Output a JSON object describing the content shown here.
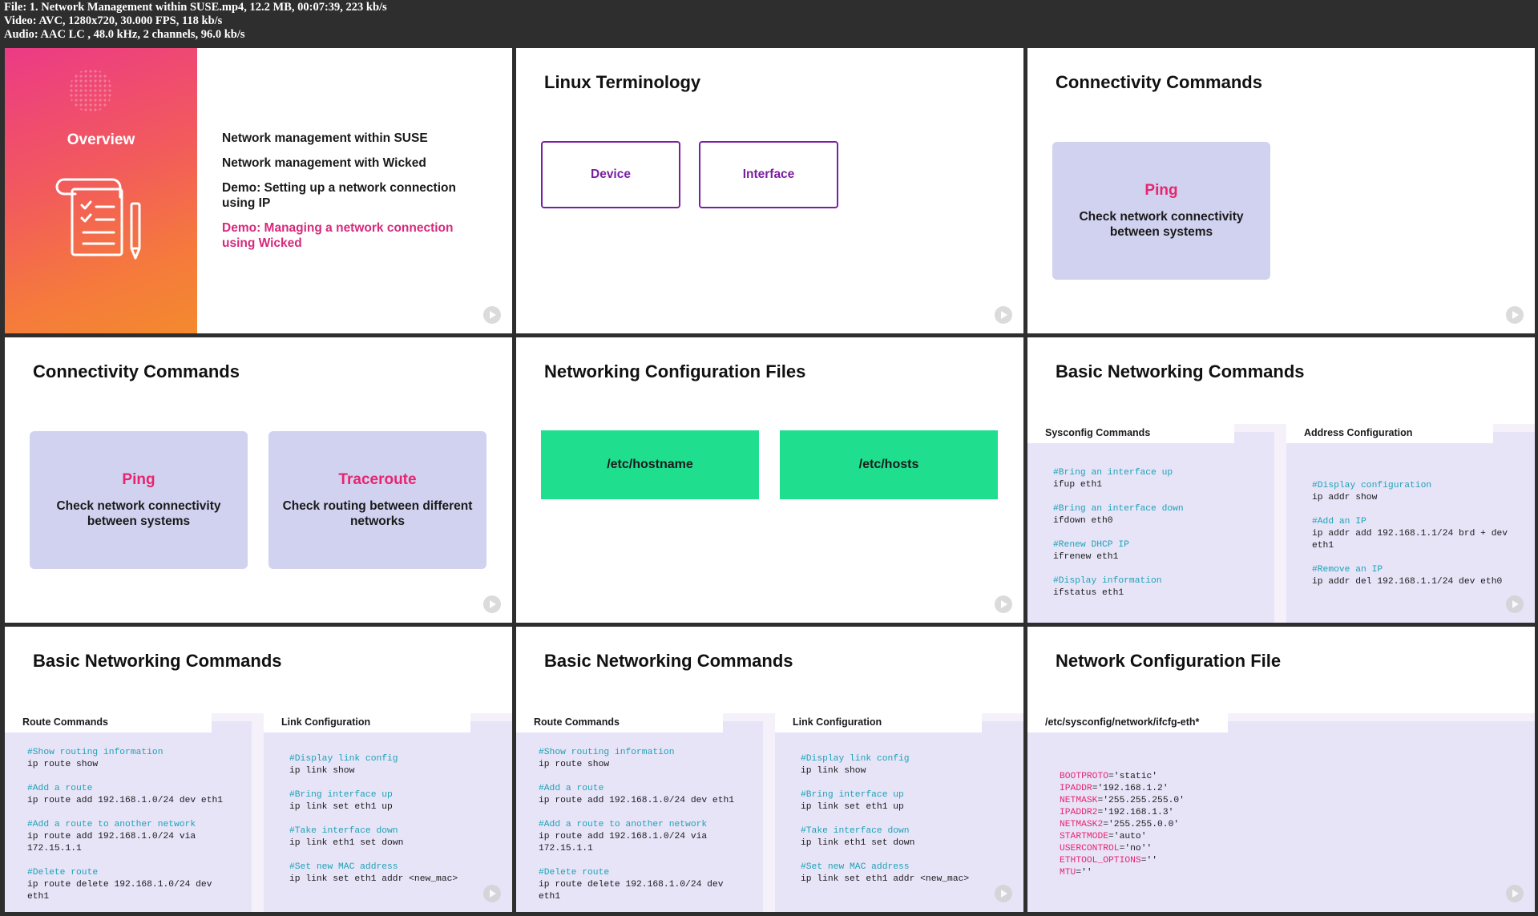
{
  "header": {
    "line1": "File: 1. Network Management within SUSE.mp4, 12.2 MB, 00:07:39, 223 kb/s",
    "line2": "Video: AVC, 1280x720, 30.000 FPS, 118 kb/s",
    "line3": "Audio: AAC LC , 48.0 kHz, 2 channels, 96.0 kb/s"
  },
  "colors": {
    "accent_pink": "#e8246f",
    "purple": "#7a1fa2",
    "card_bg": "#d0d2f0",
    "file_green": "#1fdf8f",
    "comment_teal": "#1ea2b5"
  },
  "tiles": {
    "overview": {
      "panel_title": "Overview",
      "items": [
        "Network management within SUSE",
        "Network management with Wicked",
        "Demo: Setting up a network connection using IP",
        "Demo: Managing a network connection using Wicked"
      ]
    },
    "terminology": {
      "title": "Linux Terminology",
      "boxes": [
        "Device",
        "Interface"
      ]
    },
    "connectivity1": {
      "title": "Connectivity Commands",
      "card": {
        "name": "Ping",
        "desc": "Check network connectivity between systems"
      }
    },
    "connectivity2": {
      "title": "Connectivity Commands",
      "cards": [
        {
          "name": "Ping",
          "desc": "Check network connectivity between systems"
        },
        {
          "name": "Traceroute",
          "desc": "Check routing between different networks"
        }
      ]
    },
    "config_files": {
      "title": "Networking Configuration Files",
      "files": [
        "/etc/hostname",
        "/etc/hosts"
      ]
    },
    "basic1": {
      "title": "Basic Networking Commands",
      "left_tab": "Sysconfig Commands",
      "left": [
        {
          "comment": "#Bring an interface up",
          "cmd": "ifup eth1"
        },
        {
          "comment": "#Bring an interface down",
          "cmd": "ifdown eth0"
        },
        {
          "comment": "#Renew DHCP IP",
          "cmd": "ifrenew eth1"
        },
        {
          "comment": "#Display information",
          "cmd": "ifstatus eth1"
        }
      ],
      "right_tab": "Address Configuration",
      "right": [
        {
          "comment": "#Display configuration",
          "cmd": "ip addr show"
        },
        {
          "comment": "#Add an IP",
          "cmd": "ip addr add 192.168.1.1/24 brd + dev\neth1"
        },
        {
          "comment": "#Remove an IP",
          "cmd": "ip addr del 192.168.1.1/24 dev eth0"
        }
      ]
    },
    "basic2": {
      "title": "Basic Networking Commands",
      "left_tab": "Route Commands",
      "left": [
        {
          "comment": "#Show routing information",
          "cmd": "ip route show"
        },
        {
          "comment": "#Add a route",
          "cmd": "ip route add 192.168.1.0/24 dev eth1"
        },
        {
          "comment": "#Add a route to another network",
          "cmd": "ip route add 192.168.1.0/24 via\n172.15.1.1"
        },
        {
          "comment": "#Delete route",
          "cmd": "ip route delete 192.168.1.0/24 dev\neth1"
        }
      ],
      "right_tab": "Link Configuration",
      "right": [
        {
          "comment": "#Display link config",
          "cmd": "ip link show"
        },
        {
          "comment": "#Bring interface up",
          "cmd": "ip link set eth1 up"
        },
        {
          "comment": "#Take interface down",
          "cmd": "ip link eth1 set down"
        },
        {
          "comment": "#Set new MAC address",
          "cmd": "ip link set eth1 addr <new_mac>"
        }
      ]
    },
    "basic3": {
      "title": "Basic Networking Commands",
      "left_tab": "Route Commands",
      "left": [
        {
          "comment": "#Show routing information",
          "cmd": "ip route show"
        },
        {
          "comment": "#Add a route",
          "cmd": "ip route add 192.168.1.0/24 dev eth1"
        },
        {
          "comment": "#Add a route to another network",
          "cmd": "ip route add 192.168.1.0/24 via\n172.15.1.1"
        },
        {
          "comment": "#Delete route",
          "cmd": "ip route delete 192.168.1.0/24 dev\neth1"
        }
      ],
      "right_tab": "Link Configuration",
      "right": [
        {
          "comment": "#Display link config",
          "cmd": "ip link show"
        },
        {
          "comment": "#Bring interface up",
          "cmd": "ip link set eth1 up"
        },
        {
          "comment": "#Take interface down",
          "cmd": "ip link eth1 set down"
        },
        {
          "comment": "#Set new MAC address",
          "cmd": "ip link set eth1 addr <new_mac>"
        }
      ]
    },
    "config_file": {
      "title": "Network Configuration File",
      "tab": "/etc/sysconfig/network/ifcfg-eth*",
      "lines": [
        {
          "key": "BOOTPROTO",
          "value": "='static'"
        },
        {
          "key": "IPADDR",
          "value": "='192.168.1.2'"
        },
        {
          "key": "NETMASK",
          "value": "='255.255.255.0'"
        },
        {
          "key": "IPADDR2",
          "value": "='192.168.1.3'"
        },
        {
          "key": "NETMASK2",
          "value": "='255.255.0.0'"
        },
        {
          "key": "STARTMODE",
          "value": "='auto'"
        },
        {
          "key": "USERCONTROL",
          "value": "='no''"
        },
        {
          "key": "ETHTOOL_OPTIONS",
          "value": "=''"
        },
        {
          "key": "MTU",
          "value": "=''"
        }
      ]
    }
  }
}
